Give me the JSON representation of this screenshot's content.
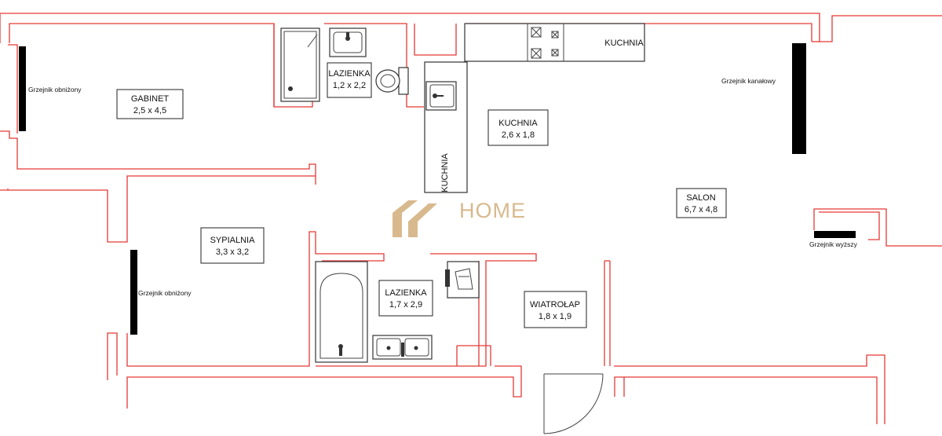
{
  "rooms": [
    {
      "name": "GABINET",
      "size": "2,5 x 4,5"
    },
    {
      "name": "LAZIENKA",
      "size": "1,2 x 2,2"
    },
    {
      "name": "KUCHNIA",
      "size": "2,6 x 1,8"
    },
    {
      "name": "SALON",
      "size": "6,7 x 4,8"
    },
    {
      "name": "SYPIALNIA",
      "size": "3,3 x 3,2"
    },
    {
      "name": "LAZIENKA",
      "size": "1,7 x 2,9"
    },
    {
      "name": "WIATROŁAP",
      "size": "1,8 x 1,9"
    }
  ],
  "counter_labels": {
    "top": "KUCHNIA",
    "vertical": "KUCHNIA"
  },
  "radiators": {
    "gabinet": "Grzejnik obniżony",
    "sypialnia": "Grzejnik obniżony",
    "salon_canal": "Grzejnik kanałowy",
    "salon_high": "Grzejnik wyższy"
  },
  "watermark": {
    "text": "HOME",
    "color": "#d8b98e"
  },
  "colors": {
    "wall": "#e53935",
    "fixture": "#333333"
  }
}
